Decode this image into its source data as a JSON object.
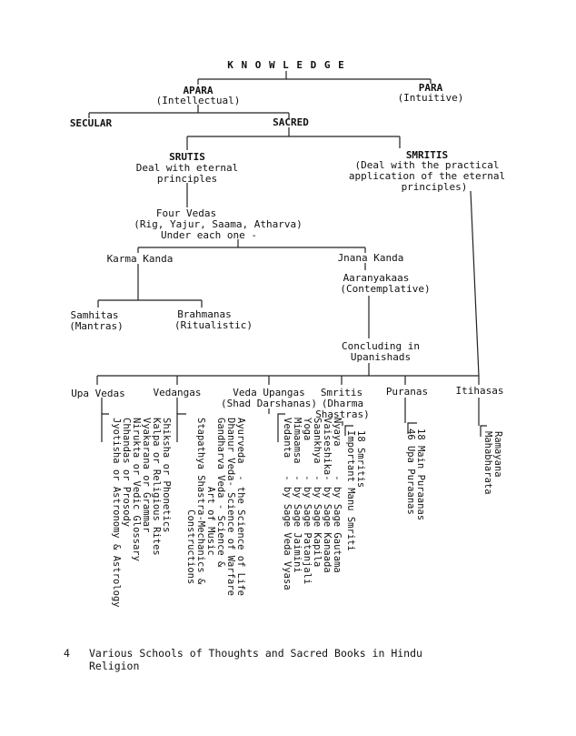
{
  "diagram": {
    "root": "K N O W L E D G E",
    "apara": {
      "title": "APARA",
      "sub": "(Intellectual)"
    },
    "para": {
      "title": "PARA",
      "sub": "(Intuitive)"
    },
    "secular": "SECULAR",
    "sacred": "SACRED",
    "srutis": {
      "title": "SRUTIS",
      "line1": "Deal with eternal",
      "line2": "principles"
    },
    "smritis": {
      "title": "SMRITIS",
      "line1": "(Deal with the practical",
      "line2": "application of the eternal",
      "line3": "principles)"
    },
    "vedas": {
      "line1": "Four Vedas",
      "line2": "(Rig, Yajur, Saama, Atharva)",
      "line3": "Under each one -"
    },
    "karma_kanda": "Karma Kanda",
    "jnana_kanda": "Jnana Kanda",
    "aaranyakaas": {
      "line1": "Aaranyakaas",
      "line2": "(Contemplative)"
    },
    "samhitas": {
      "line1": "Samhitas",
      "line2": "(Mantras)"
    },
    "brahmanas": {
      "line1": "Brahmanas",
      "line2": "(Ritualistic)"
    },
    "upanishads": {
      "line1": "Concluding in",
      "line2": "Upanishads"
    },
    "categories": {
      "upa_vedas": "Upa Vedas",
      "vedangas": "Vedangas",
      "veda_upangas": {
        "line1": "Veda Upangas",
        "line2": "(Shad Darshanas)"
      },
      "smritis": {
        "line1": "Smritis",
        "line2": "(Dharma",
        "line3": "Shastras)"
      },
      "puranas": "Puranas",
      "itihasas": "Itihasas"
    },
    "lists": {
      "vedangas": [
        "Shiksha or Phonetics",
        "Kalpa or Religious Rites",
        "Vyakarana or Grammar",
        "Nirukta or Vedic Glossary",
        "Chhandas or Prosody",
        "Jyotisha or Astronomy & Astrology"
      ],
      "upa_vedas": [
        "Ayurveda  - the Science of Life",
        "Dhanur Veda- Science of Warfare",
        "Gandharva Veda - Science &",
        "            Art of Music",
        "Stapathya Shastra-Mechanics &",
        "                Constructions"
      ],
      "darshanas": [
        "Nyaya     - by Sage Gautama",
        "Vaiseshika- by Sage Kanaada",
        "Saankhya  - by Sage Kapila",
        "Yoga      - by Sage Patanjali",
        "Mimaamsa  - by Sage Jaimini",
        "Vedanta   - by Sage Veda Vyasa"
      ],
      "smritis": [
        "18 Smritis",
        "Important Manu Smriti"
      ],
      "puranas": [
        "18 Main Puraanas",
        "46 Upa Puraanas"
      ],
      "itihasas": [
        "Ramayana",
        "Mahabharata"
      ]
    }
  },
  "caption": {
    "number": "4",
    "line1": "Various Schools of Thoughts and Sacred Books in Hindu",
    "line2": "Religion"
  }
}
